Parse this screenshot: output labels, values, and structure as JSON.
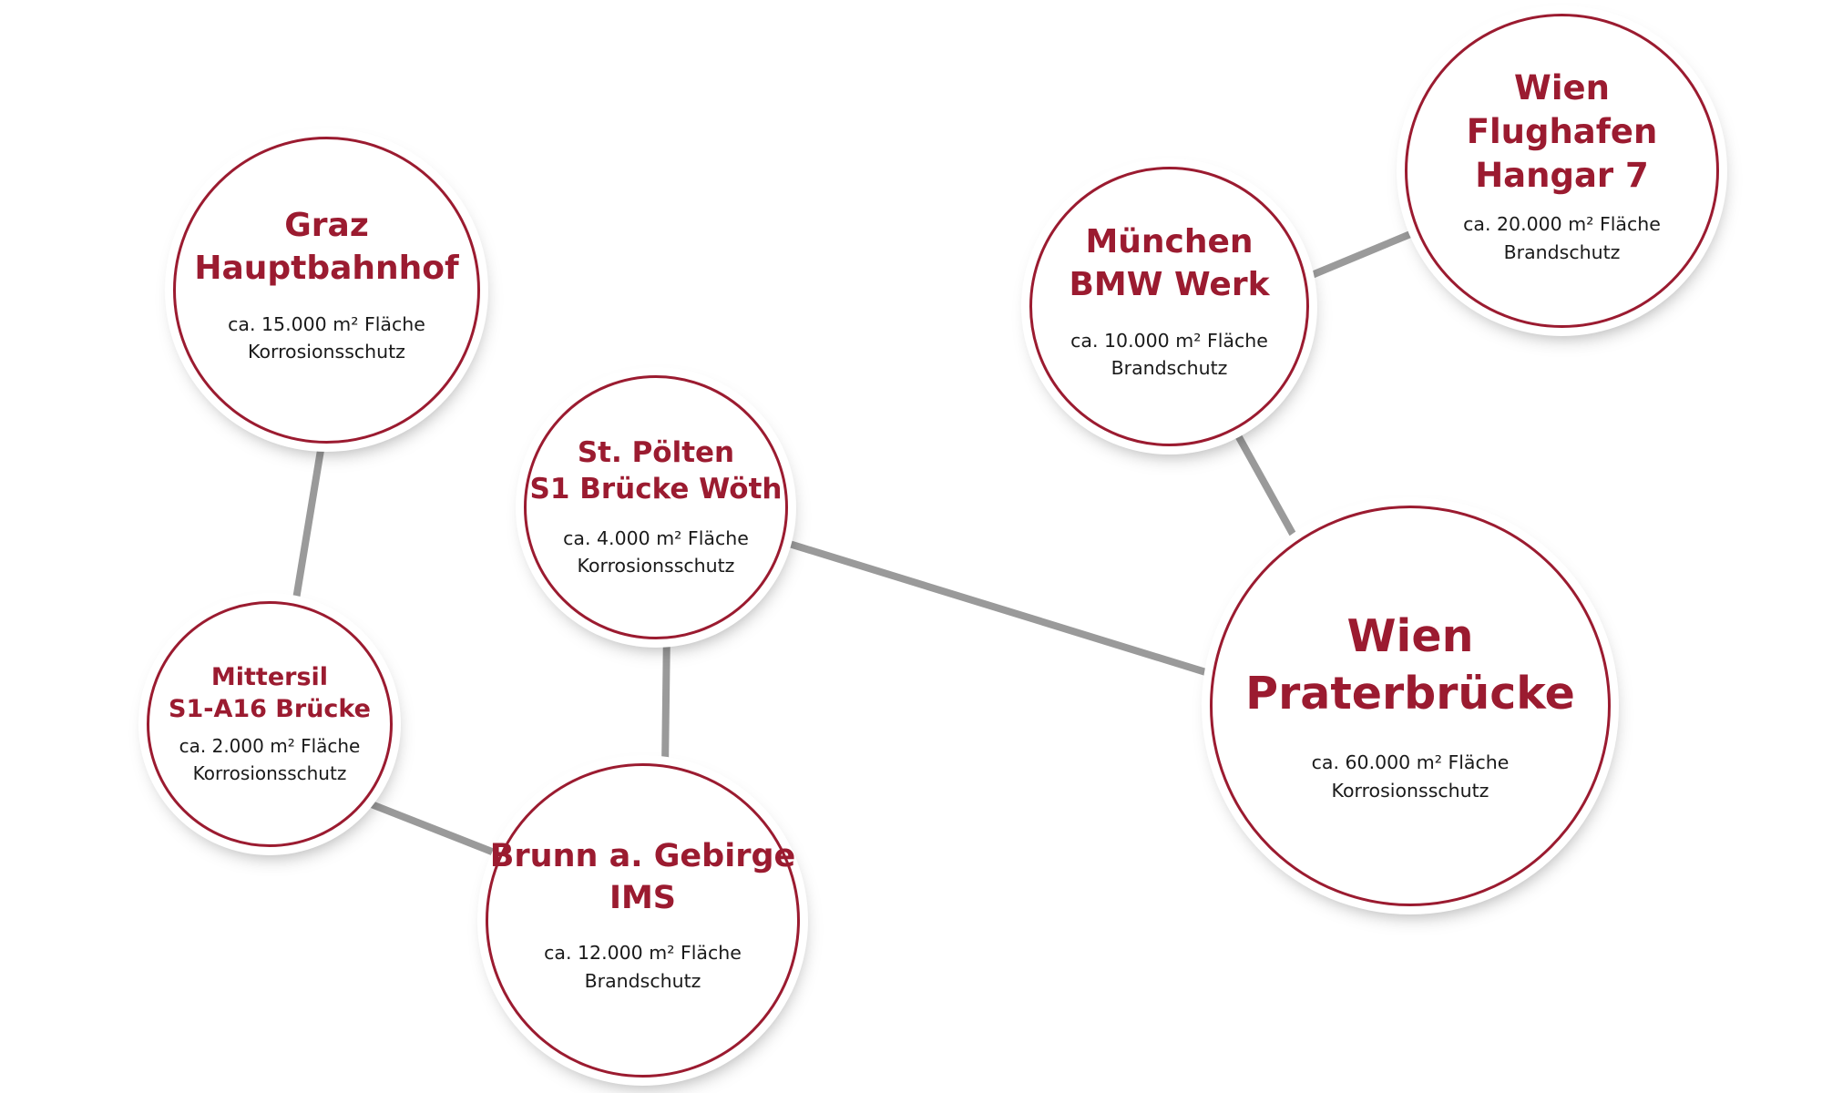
{
  "nodes": {
    "graz": {
      "title": "Graz\nHauptbahnhof",
      "area": "ca. 15.000 m² Fläche",
      "type": "Korrosionsschutz"
    },
    "st_poelten": {
      "title": "St. Pölten\nS1 Brücke Wöth",
      "area": "ca. 4.000 m² Fläche",
      "type": "Korrosionsschutz"
    },
    "mittersil": {
      "title": "Mittersil\nS1-A16 Brücke",
      "area": "ca. 2.000 m² Fläche",
      "type": "Korrosionsschutz"
    },
    "brunn": {
      "title": "Brunn a. Gebirge\nIMS",
      "area": "ca. 12.000 m² Fläche",
      "type": "Brandschutz"
    },
    "muenchen": {
      "title": "München\nBMW Werk",
      "area": "ca. 10.000 m² Fläche",
      "type": "Brandschutz"
    },
    "wien_flughafen": {
      "title": "Wien\nFlughafen\nHangar 7",
      "area": "ca. 20.000 m² Fläche",
      "type": "Brandschutz"
    },
    "wien_prater": {
      "title": "Wien\nPraterbrücke",
      "area": "ca. 60.000 m² Fläche",
      "type": "Korrosionsschutz"
    }
  },
  "colors": {
    "accent": "#9b1b30",
    "connector": "#9a9a9a",
    "text": "#1a1a1a"
  }
}
